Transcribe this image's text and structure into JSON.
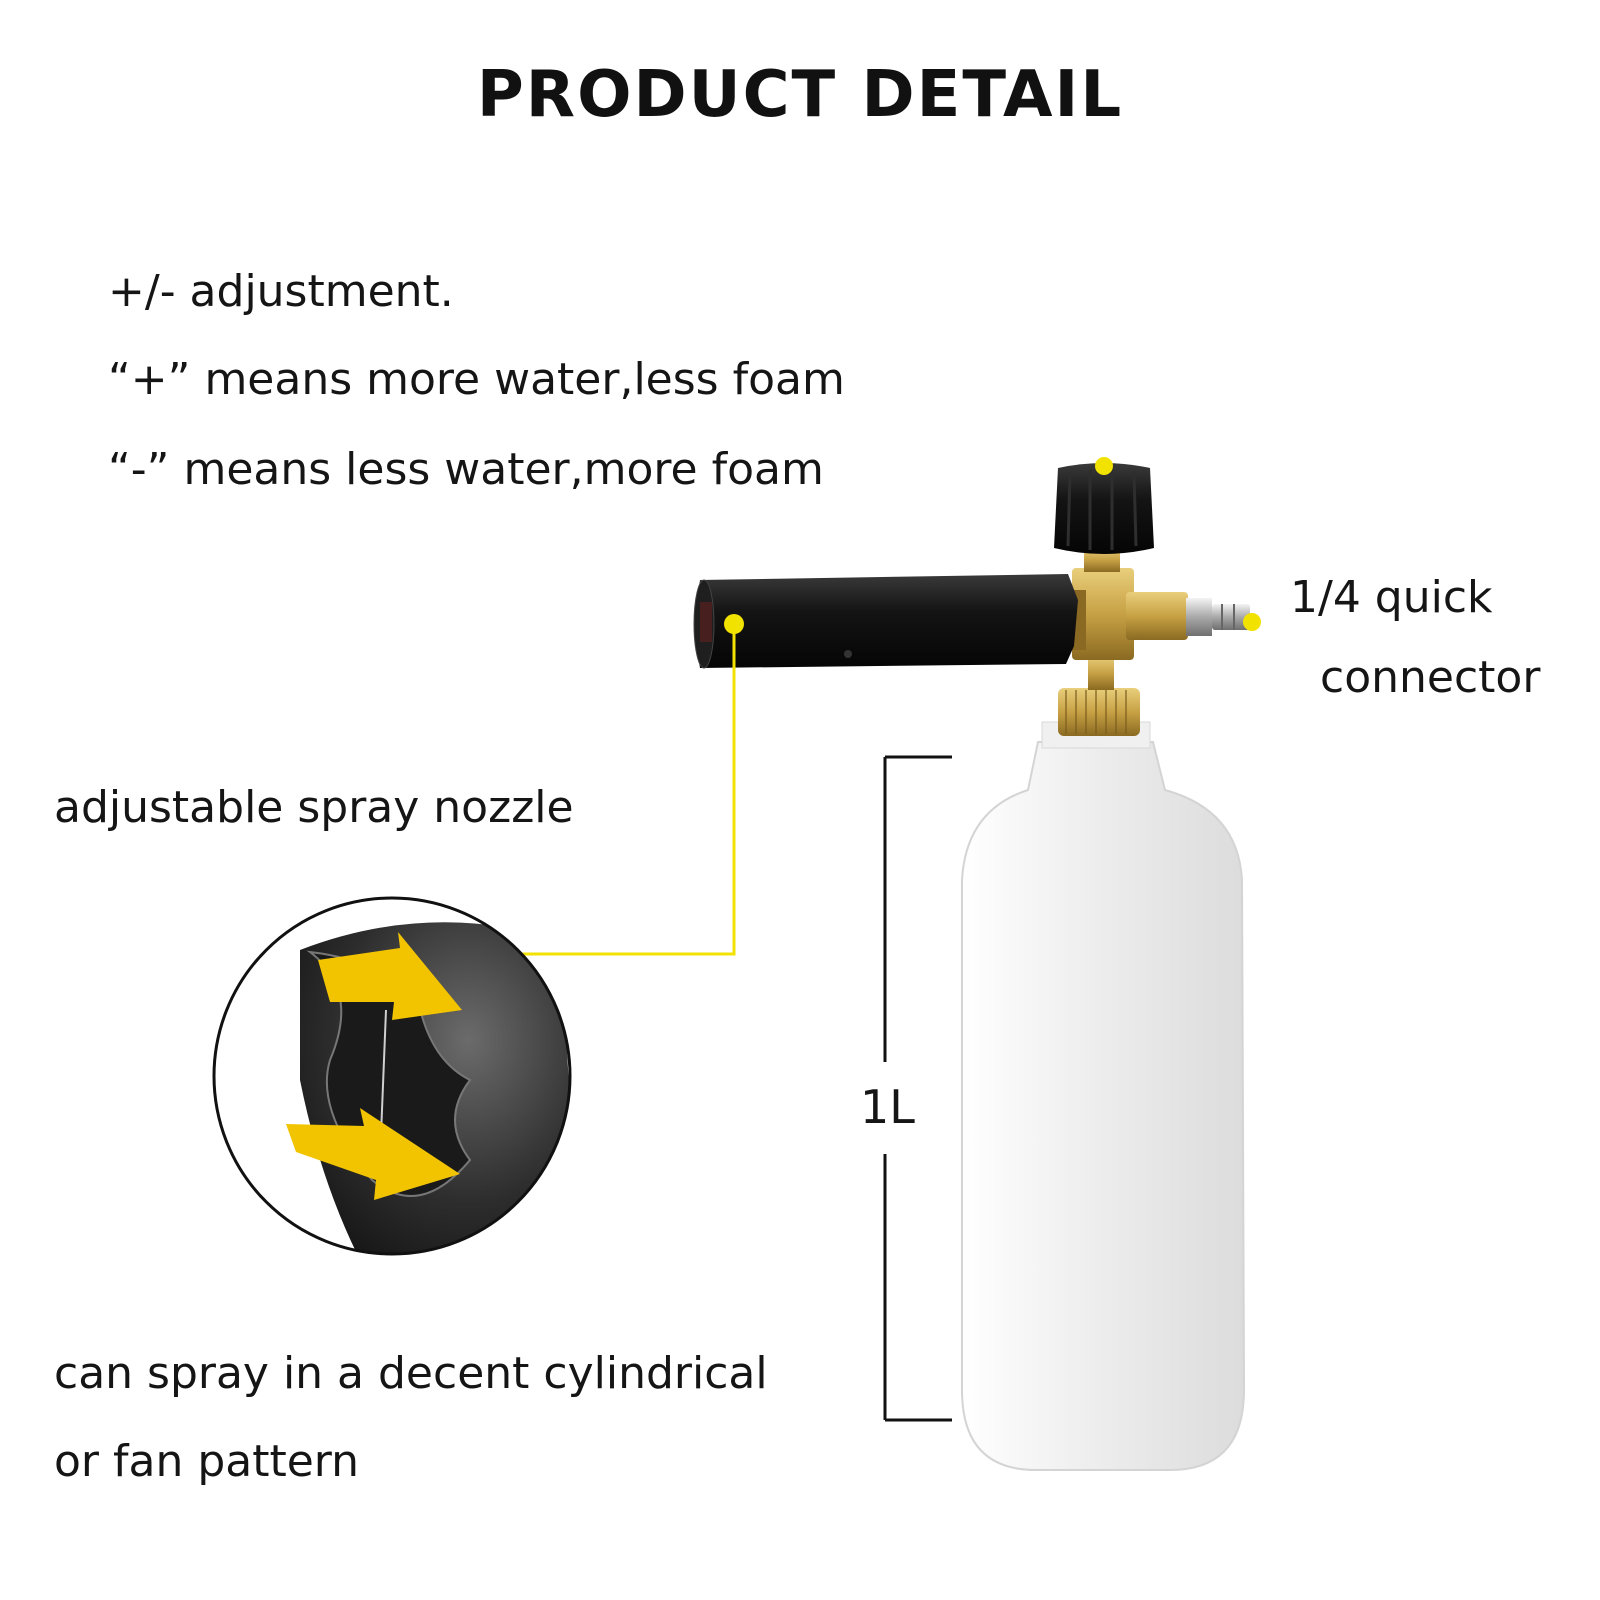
{
  "header": {
    "title": "PRODUCT DETAIL"
  },
  "adjustment": {
    "line1": "+/- adjustment.",
    "line2": "“+” means more water,less foam",
    "line3": "“-” means less water,more foam"
  },
  "callouts": {
    "connector_line1": "1/4 quick",
    "connector_line2": "connector",
    "nozzle": "adjustable spray nozzle",
    "capacity": "1L",
    "pattern_line1": "can spray in a decent cylindrical",
    "pattern_line2": "or fan pattern"
  },
  "colors": {
    "accent_yellow": "#f2e200",
    "bottle": "#e9e9e9",
    "brass": "#c9a84a",
    "black_plastic": "#141414"
  }
}
